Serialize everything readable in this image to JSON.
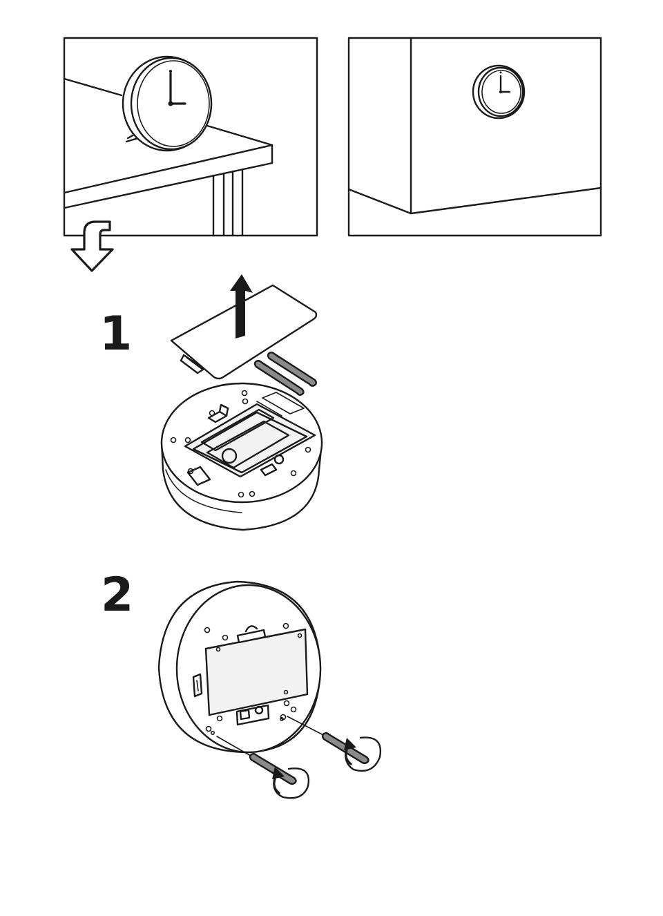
{
  "steps": [
    {
      "number": "1"
    },
    {
      "number": "2"
    }
  ],
  "scenes": {
    "intro_left": "clock-on-table",
    "intro_right": "clock-on-wall"
  },
  "icons": {
    "continue": "hollow-down-arrow-icon",
    "lift": "up-arrow-icon",
    "rotate": "rotate-clockwise-icon"
  },
  "colors": {
    "line": "#1a1a1a",
    "background": "#ffffff",
    "part_fill": "#8a8a8a"
  }
}
